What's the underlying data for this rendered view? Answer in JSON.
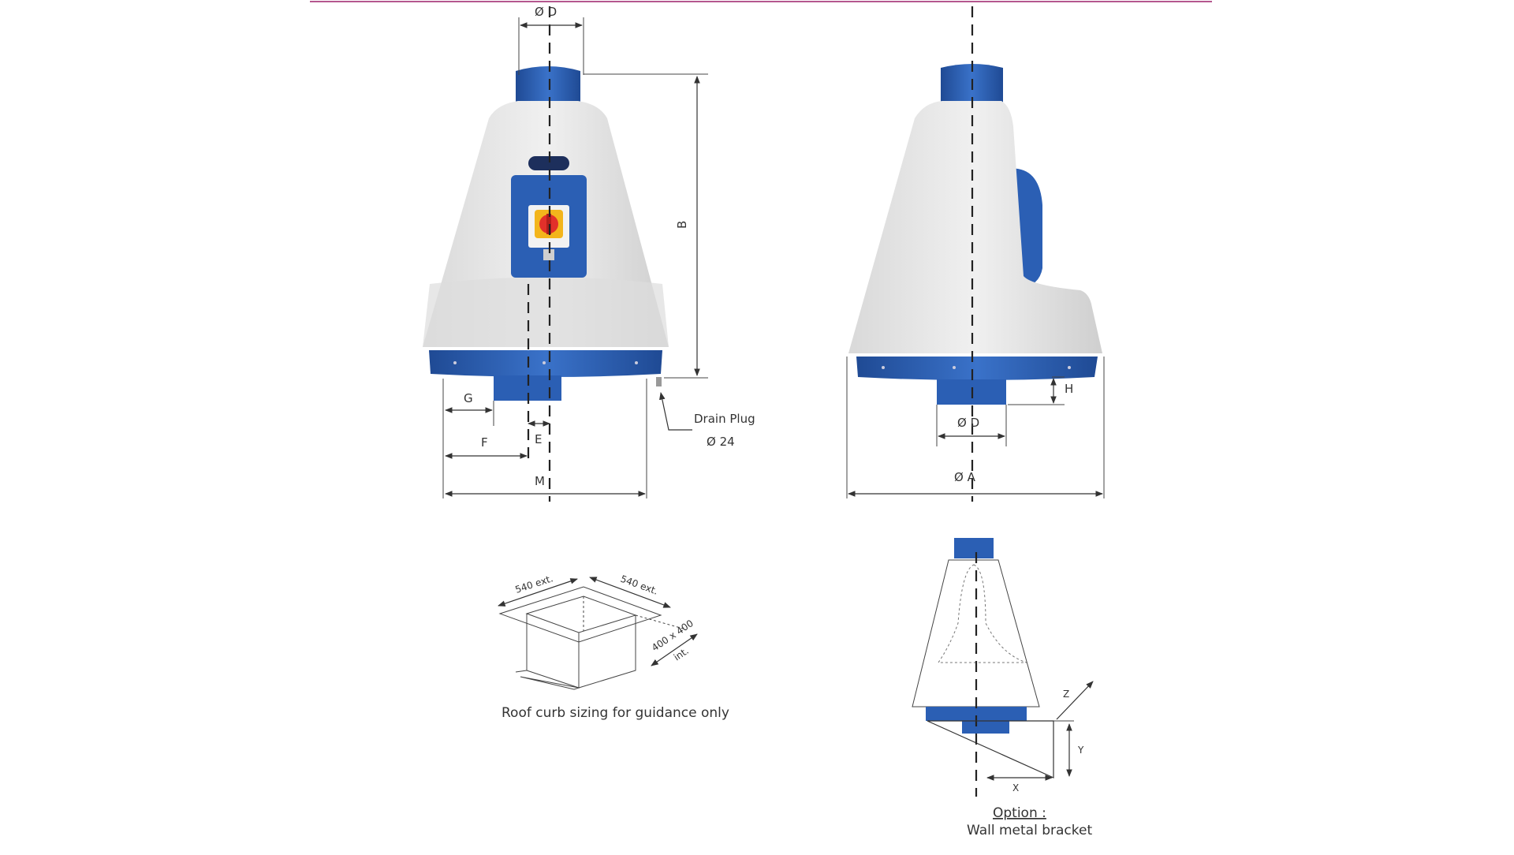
{
  "colors": {
    "top_rule": "#b5578f",
    "fan_blue": "#2f63b8",
    "fan_blue_dark": "#1f4a94",
    "shell_grey": "#e4e4e4",
    "switch_red": "#e2302a",
    "switch_yellow": "#f3b51c"
  },
  "front_view": {
    "diameter_label": "Ø D",
    "height_label": "B",
    "g_label": "G",
    "e_label": "E",
    "f_label": "F",
    "m_label": "M",
    "drain_label": "Drain Plug",
    "drain_size": "Ø 24"
  },
  "side_view": {
    "h_label": "H",
    "outlet_label": "Ø D",
    "diameter_label": "Ø A"
  },
  "roof_curb": {
    "side_a": "540 ext.",
    "side_b": "540 ext.",
    "inner_size": "400 x 400",
    "inner_note": "int.",
    "caption": "Roof curb sizing for guidance only"
  },
  "wall_bracket": {
    "z_label": "Z",
    "y_label": "Y",
    "x_label": "X",
    "caption_title": "Option :",
    "caption_text": "Wall metal bracket"
  }
}
